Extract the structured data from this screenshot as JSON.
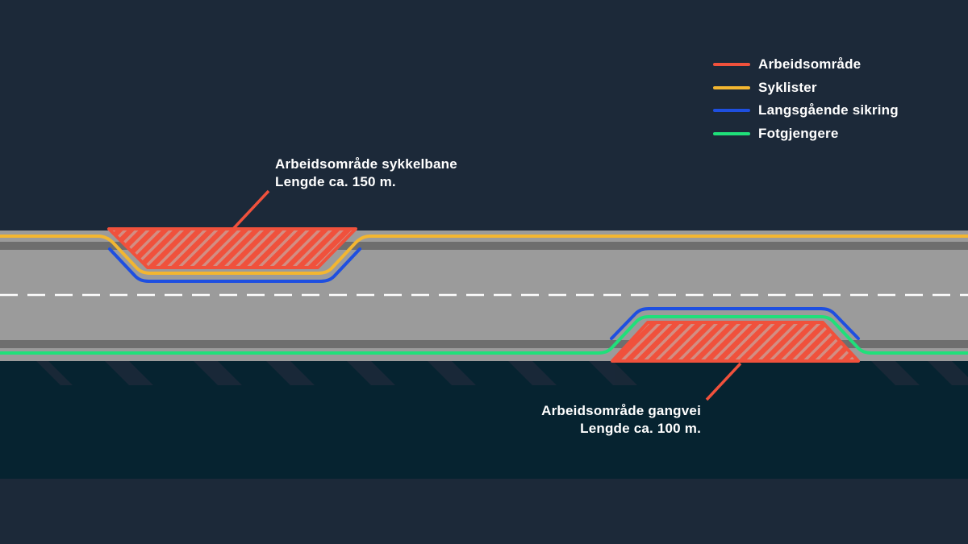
{
  "colors": {
    "background": "#1c2939",
    "work_area": "#f0513c",
    "cyclists": "#f3b630",
    "longitudinal_protection": "#1e4fe0",
    "pedestrians": "#1fe07a",
    "road": "#9b9b9b",
    "curb": "#6e6e6e",
    "lane_marking": "#ffffff",
    "verge": "#062330"
  },
  "legend": {
    "items": [
      {
        "label": "Arbeidsområde",
        "color": "#f0513c"
      },
      {
        "label": "Syklister",
        "color": "#f3b630"
      },
      {
        "label": "Langsgående sikring",
        "color": "#1e4fe0"
      },
      {
        "label": "Fotgjengere",
        "color": "#1fe07a"
      }
    ]
  },
  "callouts": {
    "bike_lane": {
      "title": "Arbeidsområde sykkelbane",
      "length": "Lengde ca. 150 m."
    },
    "walkway": {
      "title": "Arbeidsområde gangvei",
      "length": "Lengde ca. 100 m."
    }
  }
}
